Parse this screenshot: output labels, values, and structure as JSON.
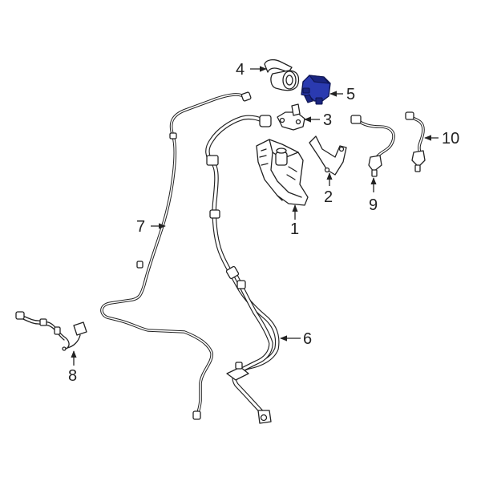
{
  "diagram": {
    "highlight_color": "#2a3ab0",
    "callouts": [
      "1",
      "2",
      "3",
      "4",
      "5",
      "6",
      "7",
      "8",
      "9",
      "10"
    ]
  }
}
